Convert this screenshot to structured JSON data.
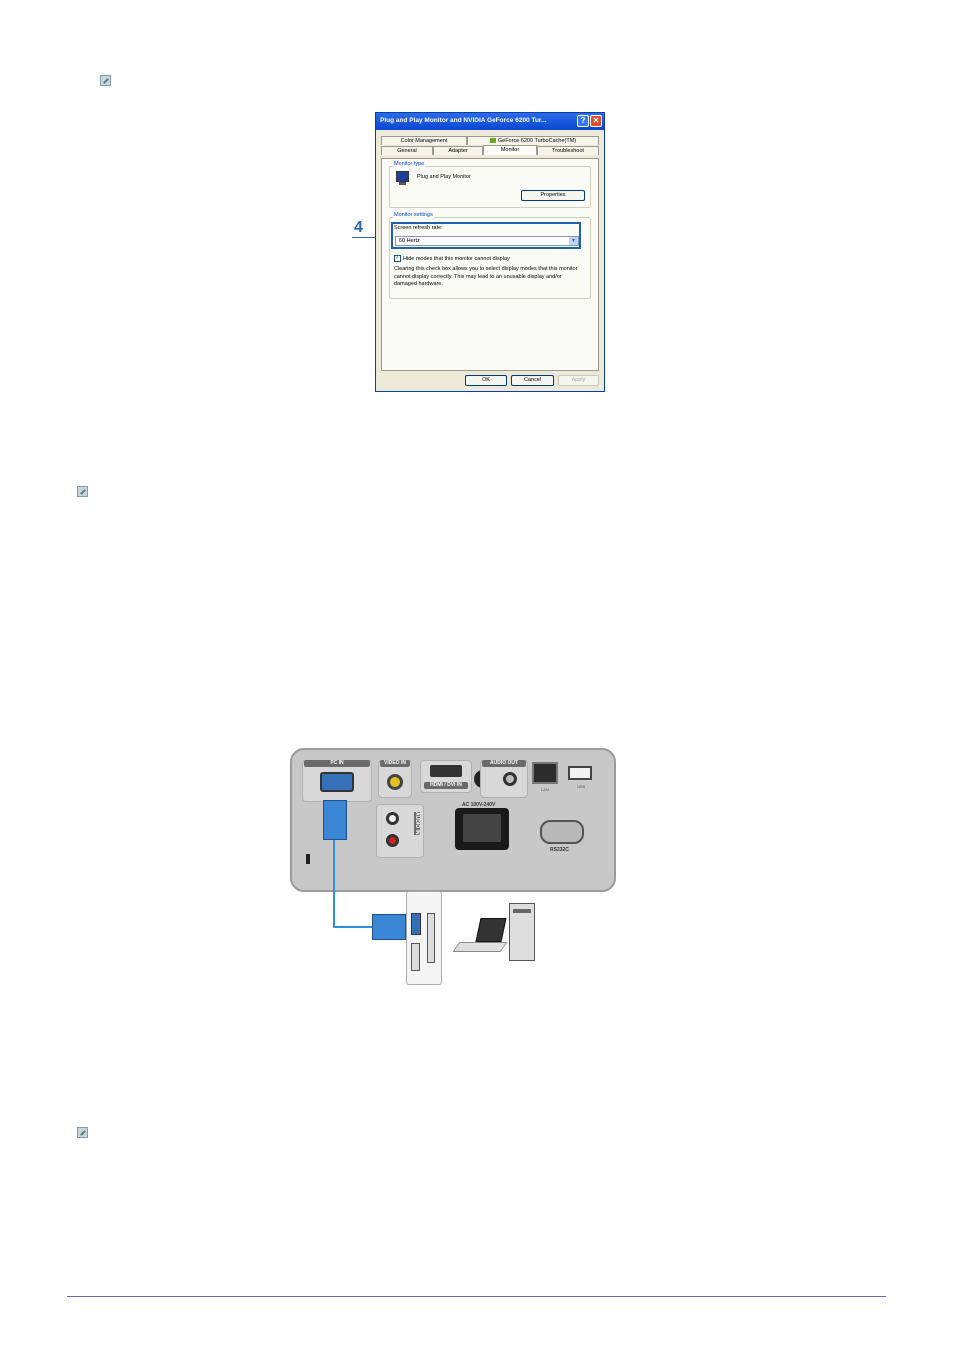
{
  "dialog": {
    "title": "Plug and Play Monitor and NVIDIA GeForce 6200 Tur...",
    "help_btn": "?",
    "close_btn": "✕",
    "tabs_row1": [
      "Color Management",
      "GeForce 6200 TurboCache(TM)"
    ],
    "tabs_row2": [
      "General",
      "Adapter",
      "Monitor",
      "Troubleshoot"
    ],
    "monitor_type_label": "Monitor type",
    "monitor_name": "Plug and Play Monitor",
    "properties_btn": "Properties",
    "monitor_settings_label": "Monitor settings",
    "refresh_label": "Screen refresh rate:",
    "refresh_value": "60 Hertz",
    "hide_modes_label": "Hide modes that this monitor cannot display",
    "hide_modes_checked": true,
    "warning_text": "Clearing this check box allows you to select display modes that this monitor cannot display correctly. This may lead to an unusable display and/or damaged hardware.",
    "ok_btn": "OK",
    "cancel_btn": "Cancel",
    "apply_btn": "Apply"
  },
  "step_marker": "4",
  "projector": {
    "pc_in": "PC IN",
    "video_in": "VIDEO IN",
    "hdmi": "HDMI / DVI IN",
    "audio_out": "AUDIO OUT",
    "ac": "AC 100V-240V",
    "lan": "LAN",
    "usb": "USB",
    "rs232c": "RS232C",
    "audio_in": "AUDIO IN"
  },
  "colors": {
    "titlebar": "#0a46d2",
    "highlight": "#1e5fae",
    "cable": "#2f8fd8"
  }
}
